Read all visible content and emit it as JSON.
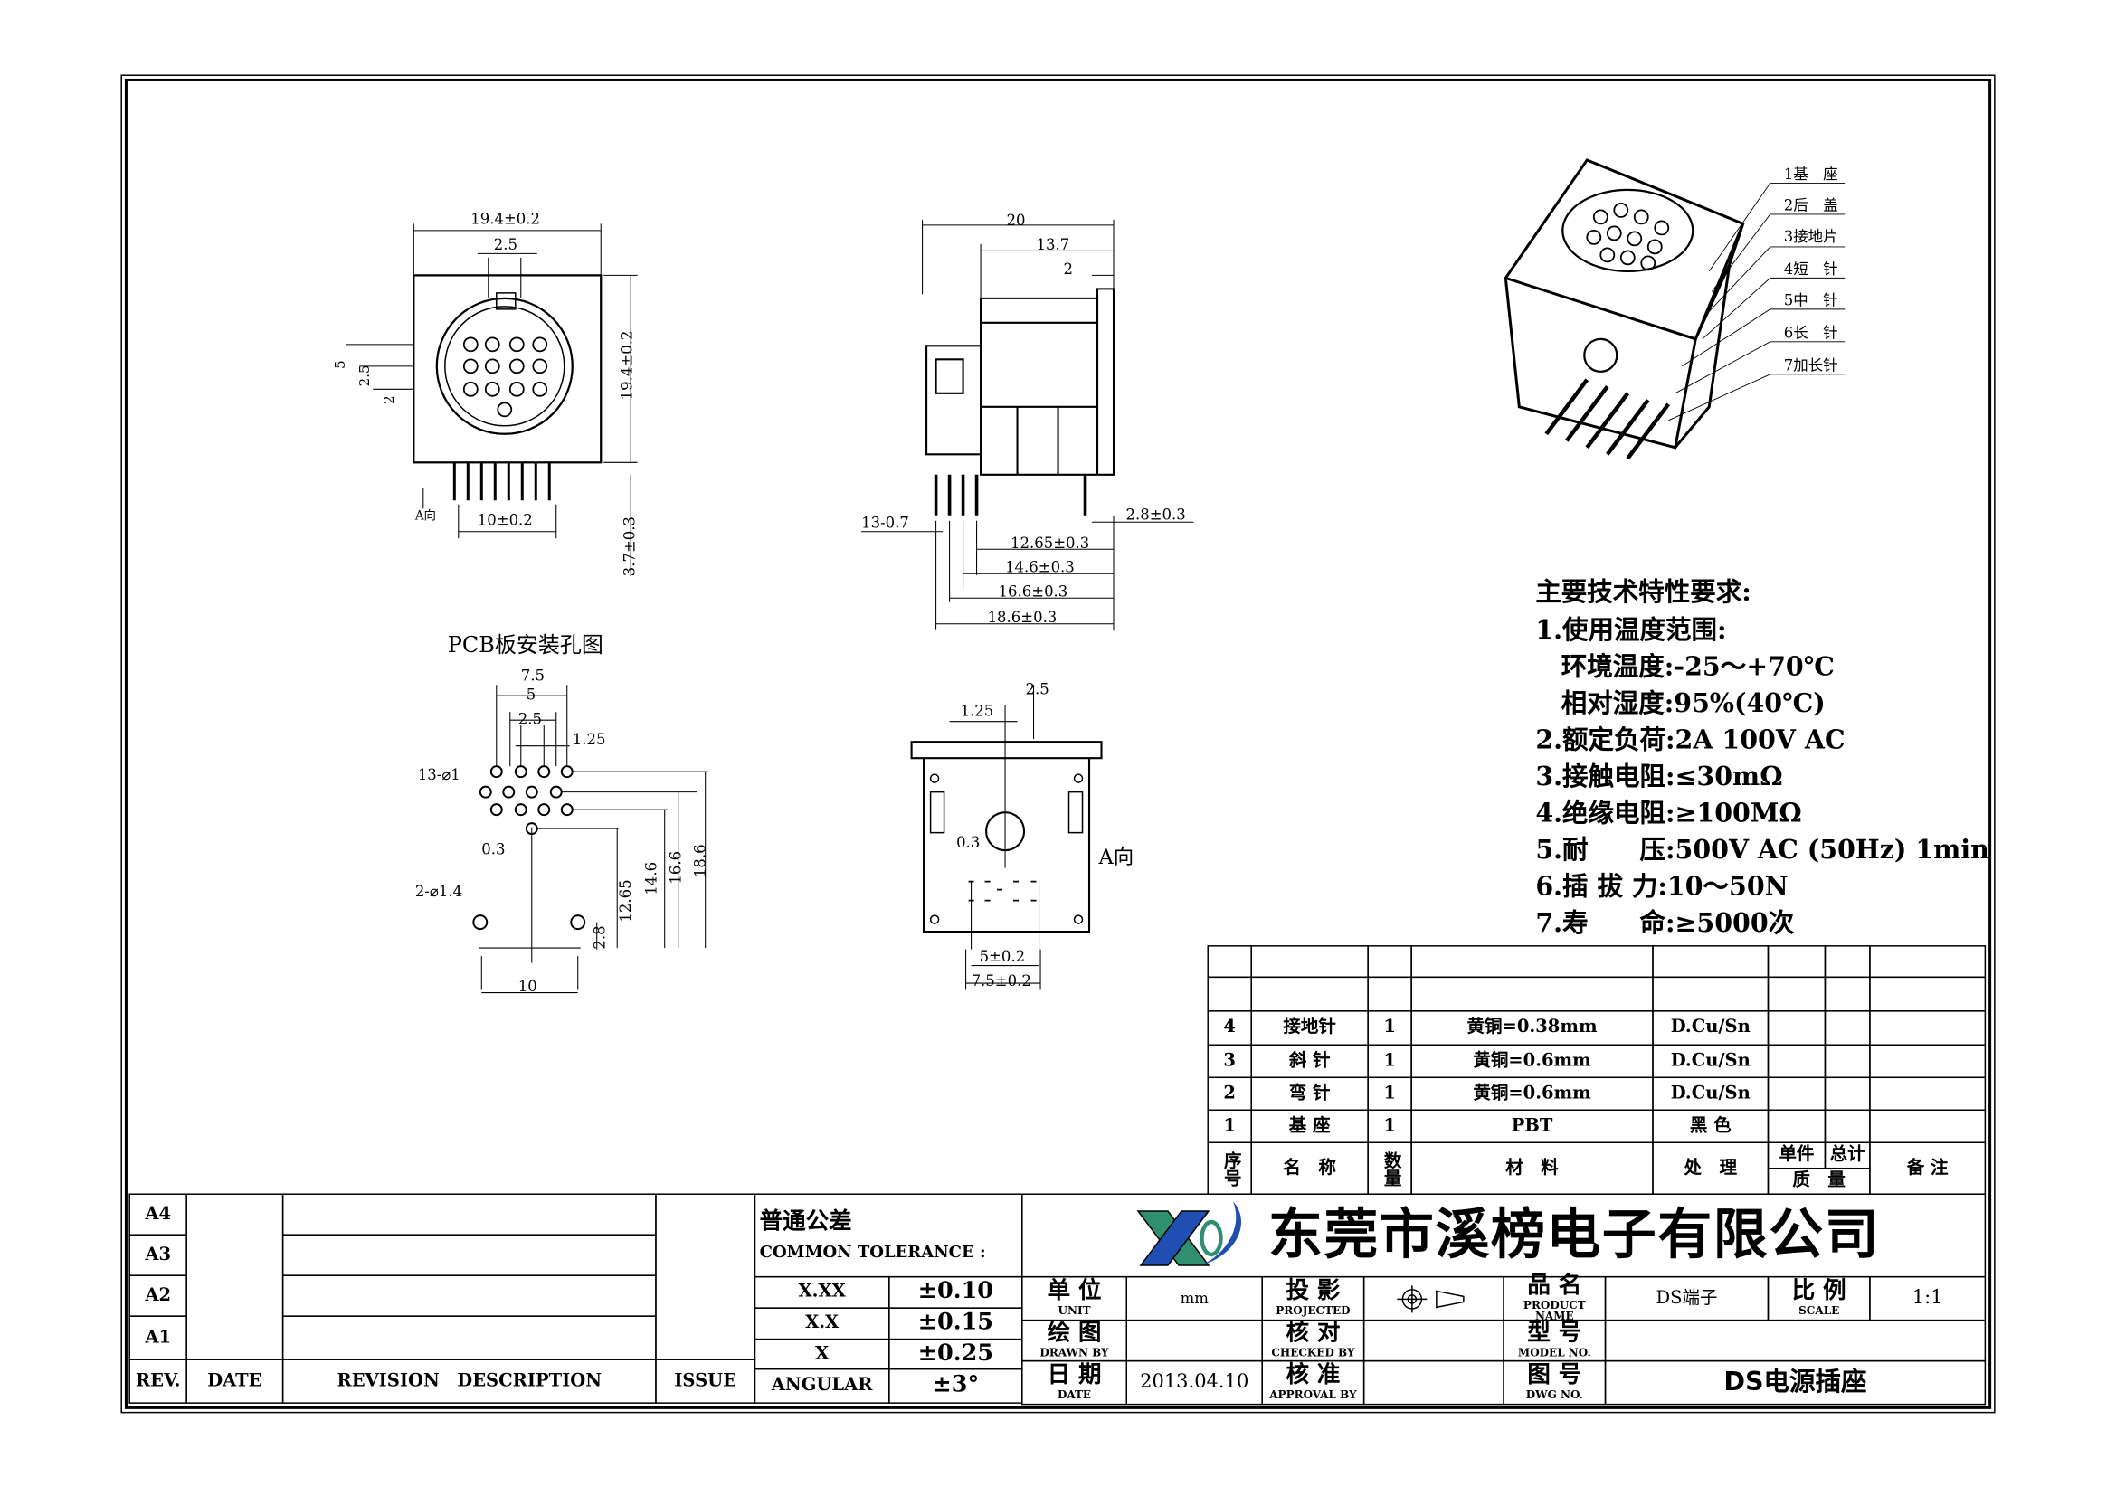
{
  "front_view": {
    "width_dim": "19.4±0.2",
    "slot_dim": "2.5",
    "height_dim": "19.4±0.2",
    "left_dims": [
      "5",
      "2.5",
      "2"
    ],
    "pin_span": "10±0.2",
    "pin_length": "3.7±0.3",
    "view_marker": "A向"
  },
  "side_view": {
    "dims_top": [
      "20",
      "13.7",
      "2"
    ],
    "pin_width": "13-0.7",
    "offset": "2.8±0.3",
    "dims_bottom": [
      "12.65±0.3",
      "14.6±0.3",
      "16.6±0.3",
      "18.6±0.3"
    ]
  },
  "pcb_layout": {
    "title": "PCB板安装孔图",
    "dims_top": [
      "7.5",
      "5",
      "2.5",
      "1.25"
    ],
    "holes": "13-⌀1",
    "offset": "0.3",
    "mount_holes": "2-⌀1.4",
    "vertical_dims": [
      "12.65",
      "14.6",
      "16.6",
      "18.6"
    ],
    "edge": "2.8",
    "mount_span": "10"
  },
  "a_view": {
    "dims_top": [
      "2.5",
      "1.25"
    ],
    "offset": "0.3",
    "label": "A向",
    "dims_bottom": [
      "5±0.2",
      "7.5±0.2"
    ]
  },
  "iso_callouts": [
    "1基　座",
    "2后　盖",
    "3接地片",
    "4短　针",
    "5中　针",
    "6长　针",
    "7加长针"
  ],
  "specs": {
    "title": "主要技术特性要求:",
    "lines": [
      "1.使用温度范围:",
      "　环境温度:-25～+70℃",
      "　相对湿度:95%(40℃)",
      "2.额定负荷:2A 100V AC",
      "3.接触电阻:≤30mΩ",
      "4.绝缘电阻:≥100MΩ",
      "5.耐　　压:500V AC (50Hz) 1min",
      "6.插 拔 力:10～50N",
      "7.寿　　命:≥5000次"
    ]
  },
  "bom": {
    "rows": [
      {
        "no": "4",
        "name": "接地针",
        "qty": "1",
        "material": "黄铜=0.38mm",
        "finish": "D.Cu/Sn"
      },
      {
        "no": "3",
        "name": "斜 针",
        "qty": "1",
        "material": "黄铜=0.6mm",
        "finish": "D.Cu/Sn"
      },
      {
        "no": "2",
        "name": "弯 针",
        "qty": "1",
        "material": "黄铜=0.6mm",
        "finish": "D.Cu/Sn"
      },
      {
        "no": "1",
        "name": "基 座",
        "qty": "1",
        "material": "PBT",
        "finish": "黑 色"
      }
    ],
    "headers": {
      "no": "序号",
      "name": "名　称",
      "qty": "数量",
      "material": "材　料",
      "finish": "处　理",
      "unit_weight": "单件",
      "total_weight": "总计",
      "weight": "质　量",
      "remarks": "备 注"
    }
  },
  "revisions": {
    "rows": [
      "A4",
      "A3",
      "A2",
      "A1"
    ],
    "headers": [
      "REV.",
      "DATE",
      "REVISION　DESCRIPTION",
      "ISSUE"
    ]
  },
  "tolerance": {
    "title_cn": "普通公差",
    "title_en": "COMMON TOLERANCE :",
    "rows": [
      {
        "k": "X.XX",
        "v": "±0.10"
      },
      {
        "k": "X.X",
        "v": "±0.15"
      },
      {
        "k": "X",
        "v": "±0.25"
      },
      {
        "k": "ANGULAR",
        "v": "±3°"
      }
    ]
  },
  "company": {
    "name": "东莞市溪榜电子有限公司",
    "logo_text": "X"
  },
  "title_block": {
    "unit_cn": "单 位",
    "unit_en": "UNIT",
    "unit": "mm",
    "proj_cn": "投 影",
    "proj_en": "PROJECTED",
    "product_cn": "品 名",
    "product_en": "PRODUCT NAME",
    "product": "DS端子",
    "scale_cn": "比 例",
    "scale_en": "SCALE",
    "scale": "1:1",
    "drawn_cn": "绘 图",
    "drawn_en": "DRAWN BY",
    "checked_cn": "核 对",
    "checked_en": "CHECKED BY",
    "model_cn": "型 号",
    "model_en": "MODEL NO.",
    "date_cn": "日 期",
    "date_en": "DATE",
    "date": "2013.04.10",
    "approval_cn": "核 准",
    "approval_en": "APPROVAL BY",
    "dwg_cn": "图 号",
    "dwg_en": "DWG NO.",
    "dwg": "DS电源插座"
  },
  "colors": {
    "logo_green": "#2f8f6f",
    "logo_blue": "#1f4fb0"
  }
}
